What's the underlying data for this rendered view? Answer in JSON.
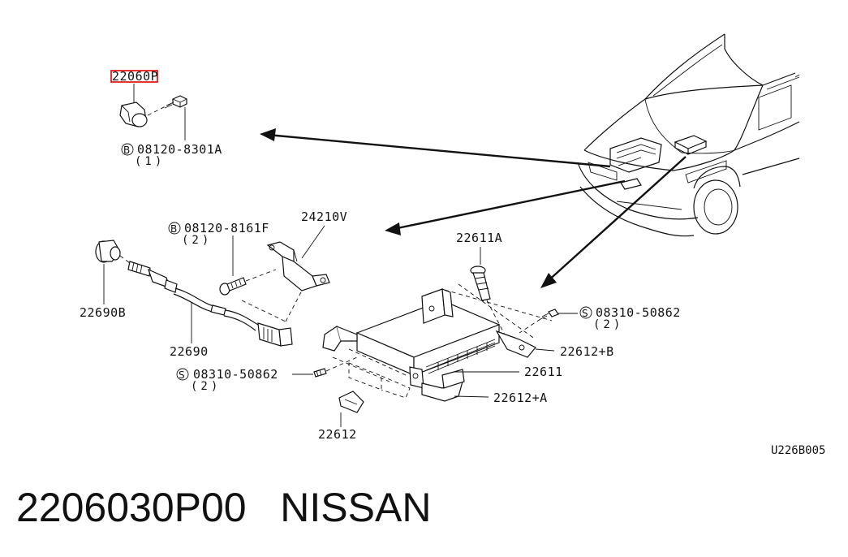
{
  "highlight_color": "#e00000",
  "labels": {
    "part_22060P_prefix": "22060",
    "part_22060P_suffix": "P",
    "bolt_top_code": "08120-8301A",
    "bolt_top_letter": "B",
    "bolt_top_qty": "(1)",
    "bolt_mid_code": "08120-8161F",
    "bolt_mid_letter": "B",
    "bolt_mid_qty": "(2)",
    "bracket_24210V": "24210V",
    "sensor_22690B": "22690B",
    "harness_22690": "22690",
    "bolt_22611A": "22611A",
    "screw_right_code": "08310-50862",
    "screw_right_letter": "S",
    "screw_right_qty": "(2)",
    "bracket_22612B": "22612+B",
    "ecu_22611": "22611",
    "bracket_22612A": "22612+A",
    "screw_left_code": "08310-50862",
    "screw_left_letter": "S",
    "screw_left_qty": "(2)",
    "bracket_22612": "22612",
    "diagram_code": "U226B005"
  },
  "footer": {
    "part_number": "2206030P00",
    "brand": "NISSAN",
    "title": "2206030P00   NISSAN"
  },
  "icons": [
    "car-outline-icon",
    "crank-sensor-icon",
    "bolt-icon",
    "oxygen-sensor-icon",
    "bracket-icon",
    "ecu-module-icon",
    "screw-icon",
    "clip-icon",
    "pointer-arrow-icon"
  ]
}
